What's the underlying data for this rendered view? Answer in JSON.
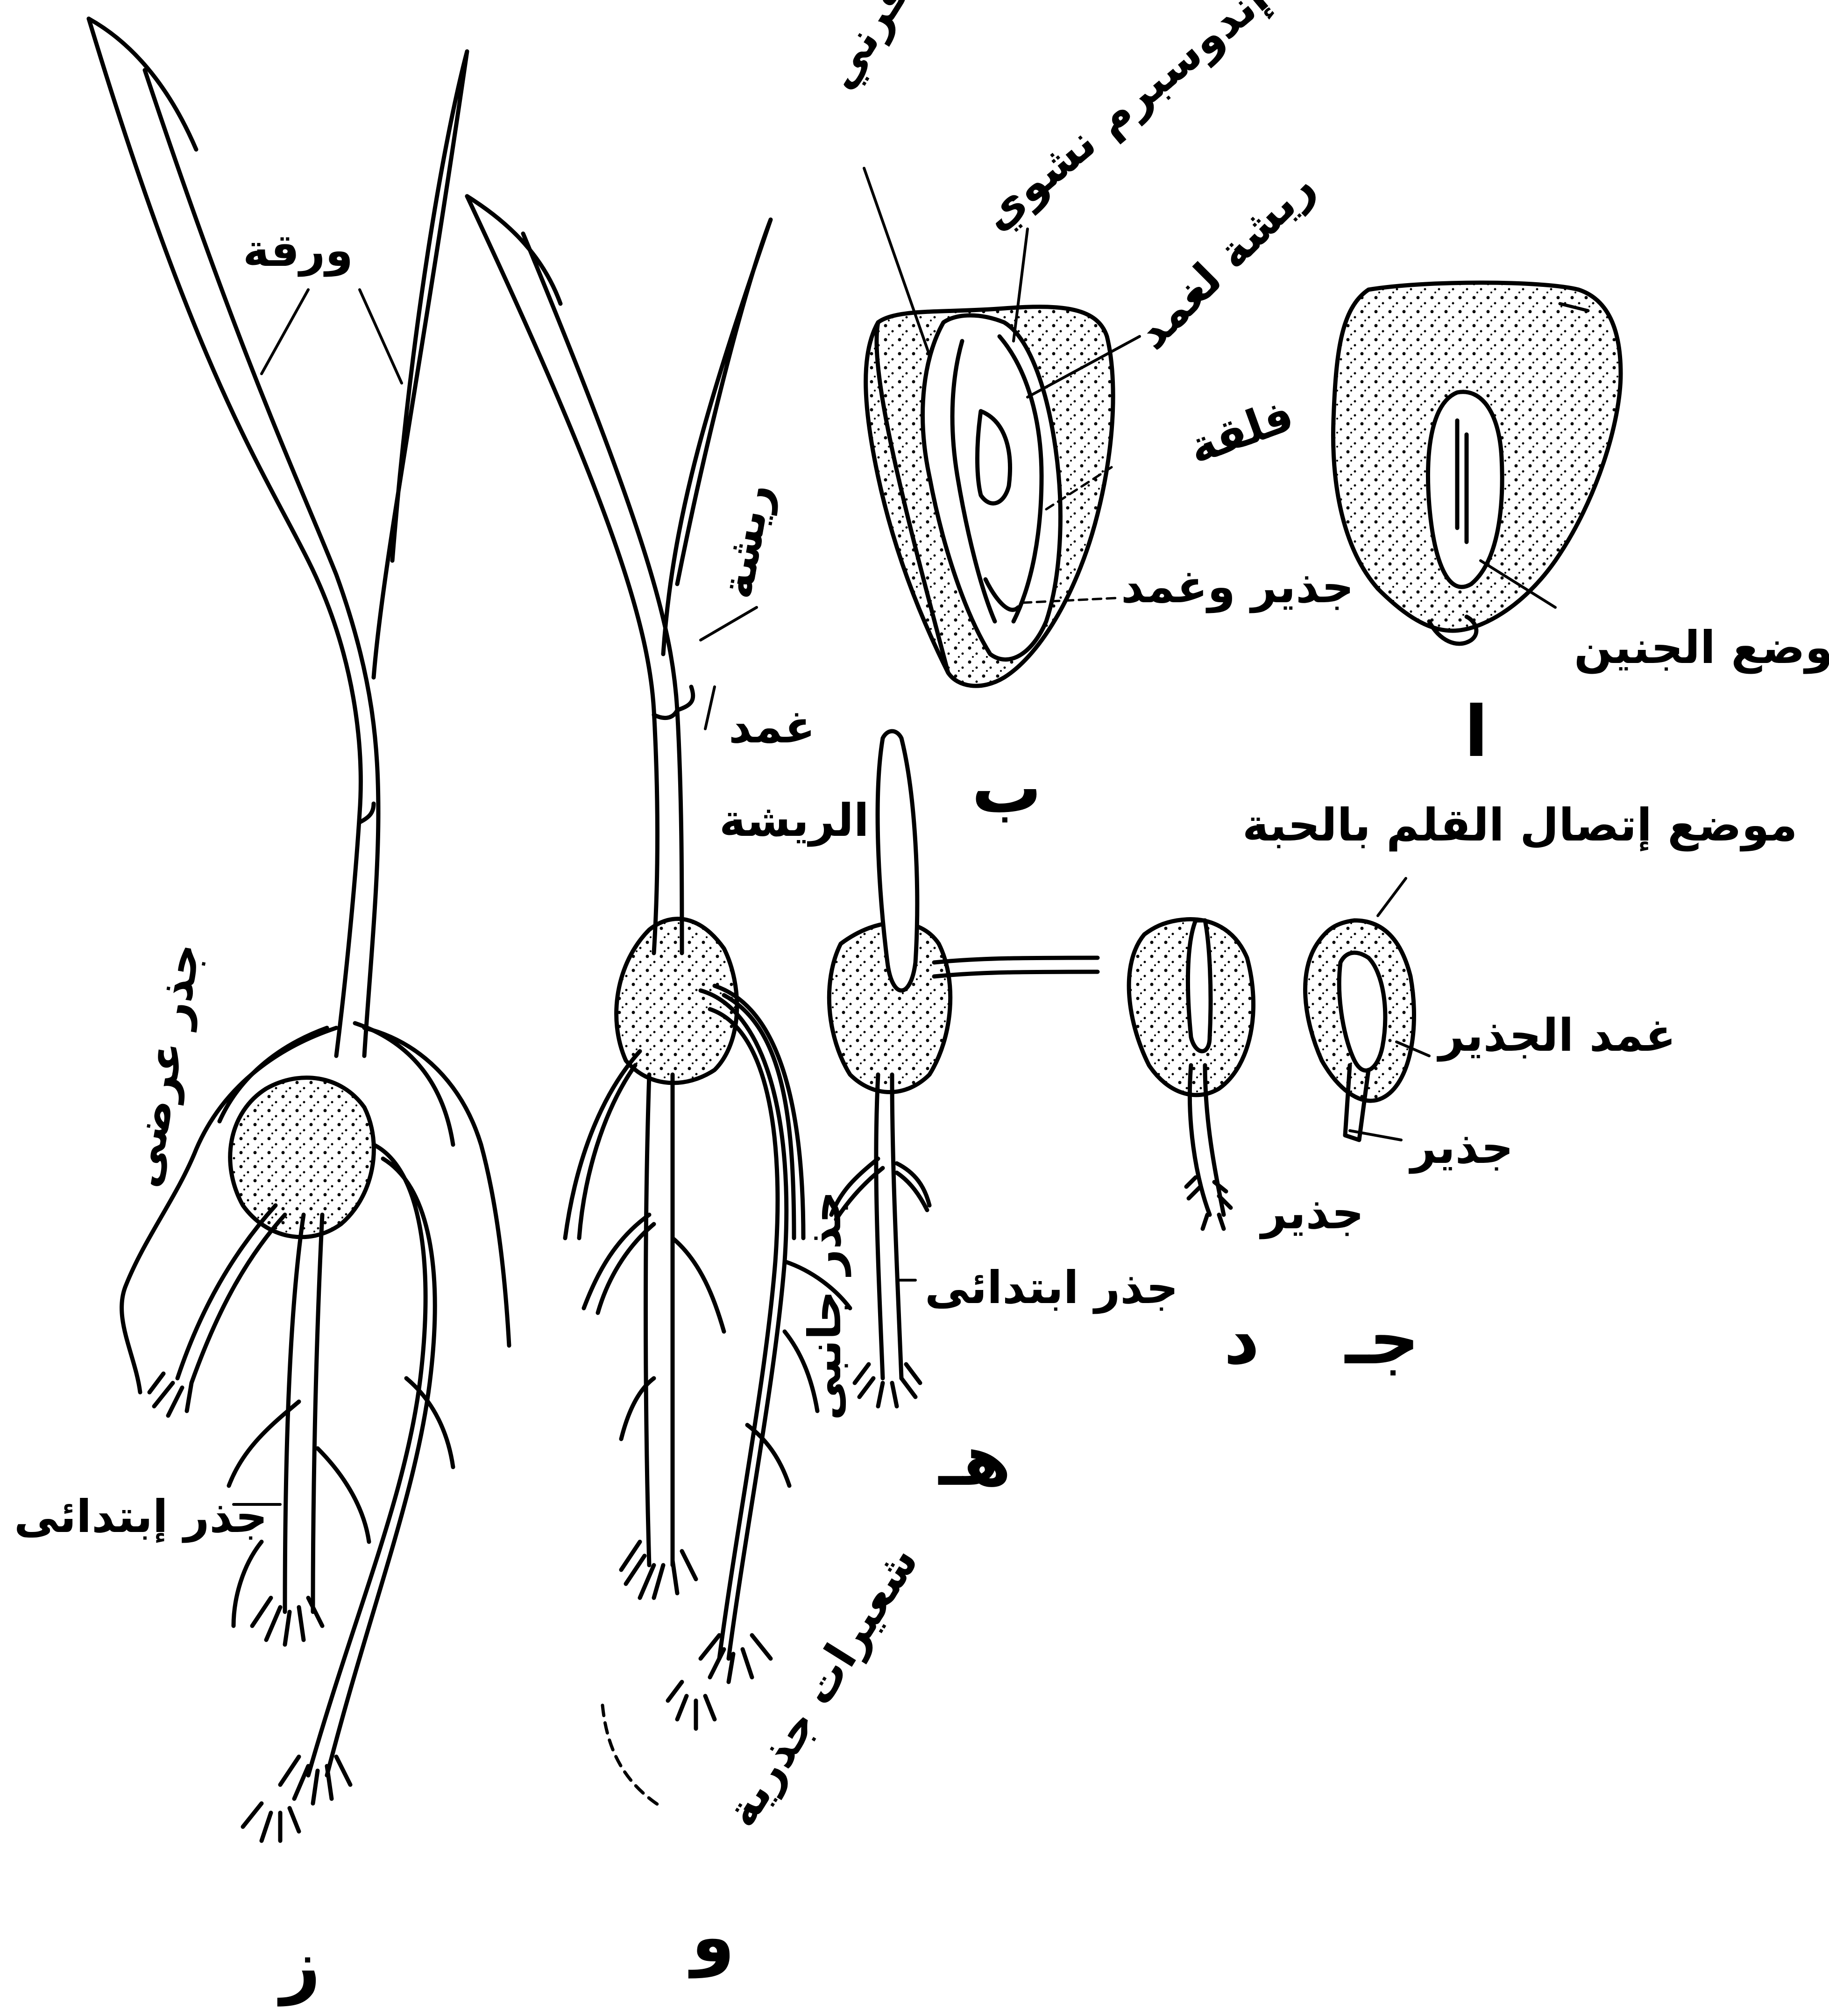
{
  "colors": {
    "ink": "#000000",
    "paper": "#ffffff"
  },
  "stages": {
    "a": "ا",
    "b": "ب",
    "c": "جـ",
    "d": "د",
    "e": "هـ",
    "f": "و",
    "g": "ز"
  },
  "labels": {
    "embryo_position": "موضع الجنين",
    "horny_endosperm": "إندوسبرم قرني",
    "starchy_endosperm": "إندوسبرم نشوي",
    "plumule_coleoptile": "ريشة لغمد",
    "scutellum": "فلقة",
    "radicle_coleorhiza": "جذير وغمد",
    "pen_attachment": "موضع إتصال القلم بالحبة",
    "coleorhiza": "غمد الجذير",
    "radicle_c": "جذير",
    "radicle_d": "جذير",
    "primary_root_e": "جذر ابتدائى",
    "plumule": "ريشة",
    "coleoptile": "غمد",
    "of_plumule": "الريشة",
    "lateral_root": "جذر جانبى",
    "root_hairs": "شعيرات جذرية",
    "leaf": "ورقة",
    "adventitious_root": "جذر عرضى",
    "primary_root_g": "جذر إبتدائى"
  }
}
